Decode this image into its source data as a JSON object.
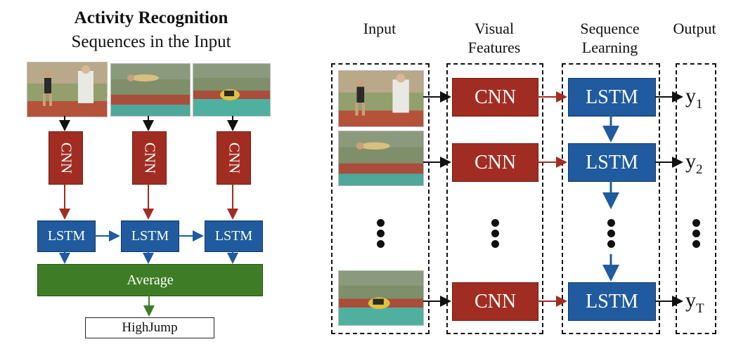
{
  "left_panel": {
    "title": "Activity Recognition",
    "subtitle": "Sequences in the Input",
    "cnn_label": "CNN",
    "lstm_label": "LSTM",
    "average_label": "Average",
    "output_label": "HighJump"
  },
  "right_panel": {
    "headers": {
      "input": "Input",
      "visual_features": "Visual\nFeatures",
      "sequence_learning": "Sequence\nLearning",
      "output": "Output"
    },
    "cnn_label": "CNN",
    "lstm_label": "LSTM",
    "outputs": [
      {
        "base": "y",
        "sub": "1"
      },
      {
        "base": "y",
        "sub": "2"
      },
      {
        "base": "y",
        "sub": "T"
      }
    ]
  },
  "colors": {
    "cnn": "#a12d22",
    "lstm": "#1f5b9e",
    "average": "#3e7d26",
    "arrow_cnn": "#a12d22",
    "arrow_lstm": "#1f5b9e",
    "arrow_avg": "#3e7d26"
  }
}
